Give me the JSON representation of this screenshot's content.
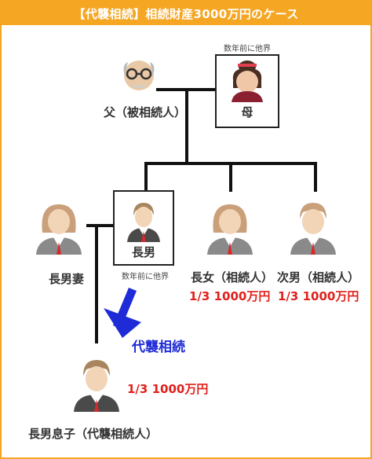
{
  "header": {
    "title": "【代襲相続】相続財産3000万円のケース"
  },
  "people": {
    "father": {
      "label": "父（被相続人）",
      "icon": "grandfather-icon"
    },
    "mother": {
      "label": "母",
      "note": "数年前に他界",
      "icon": "grandmother-icon"
    },
    "eldest_son": {
      "label": "長男",
      "note": "数年前に他界",
      "icon": "man-icon"
    },
    "eldest_son_wife": {
      "label": "長男妻",
      "icon": "woman-icon"
    },
    "eldest_daughter": {
      "label": "長女（相続人）",
      "share": "1/3 1000万円",
      "icon": "woman-icon"
    },
    "second_son": {
      "label": "次男（相続人）",
      "share": "1/3 1000万円",
      "icon": "man-icon"
    },
    "grandson": {
      "label": "長男息子（代襲相続人）",
      "share": "1/3 1000万円",
      "icon": "boy-icon"
    }
  },
  "annotation": {
    "label": "代襲相続",
    "color": "#1F2BD6"
  },
  "colors": {
    "header": "#F5A623",
    "share": "#E0201B",
    "arrow": "#1F2BD6"
  }
}
